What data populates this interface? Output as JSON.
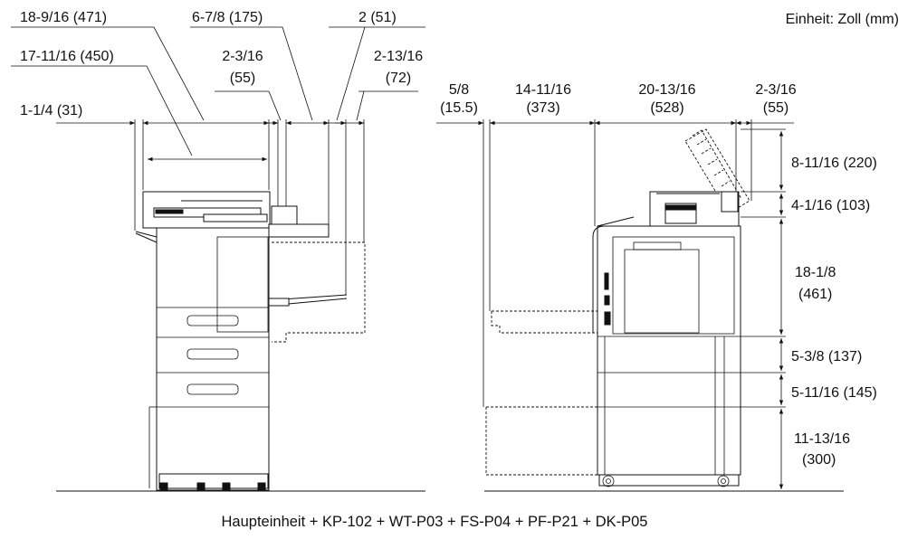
{
  "unit_label": "Einheit: Zoll (mm)",
  "caption": "Haupteinheit + KP-102 + WT-P03 + FS-P04 + PF-P21 + DK-P05",
  "front_view": {
    "dims": {
      "d471": "18-9/16 (471)",
      "d450": "17-11/16 (450)",
      "d31": "1-1/4 (31)",
      "d175": "6-7/8 (175)",
      "d55_a": "2-3/16",
      "d55_b": "(55)",
      "d51": "2 (51)",
      "d72_a": "2-13/16",
      "d72_b": "(72)"
    }
  },
  "side_view": {
    "dims": {
      "d15_a": "5/8",
      "d15_b": "(15.5)",
      "d373_a": "14-11/16",
      "d373_b": "(373)",
      "d528_a": "20-13/16",
      "d528_b": "(528)",
      "d55_a": "2-3/16",
      "d55_b": "(55)",
      "d220": "8-11/16 (220)",
      "d103": "4-1/16 (103)",
      "d461_a": "18-1/8",
      "d461_b": "(461)",
      "d137": "5-3/8 (137)",
      "d145": "5-11/16 (145)",
      "d300_a": "11-13/16",
      "d300_b": "(300)"
    }
  }
}
